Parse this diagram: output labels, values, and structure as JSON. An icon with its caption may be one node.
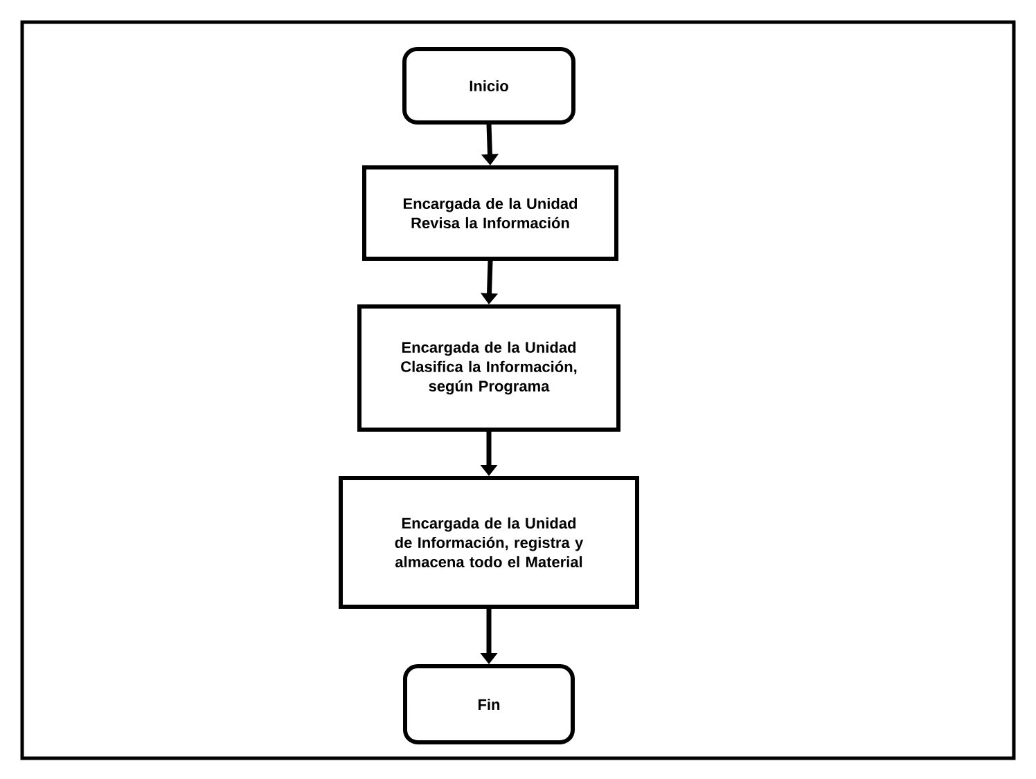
{
  "diagram": {
    "nodes": [
      {
        "text": [
          "Inicio"
        ]
      },
      {
        "text": [
          "Encargada de la Unidad Revisa la Información"
        ]
      },
      {
        "text": [
          "Encargada de la Unidad Clasifica la Información, según  Programa"
        ]
      },
      {
        "text": [
          "Encargada de la Unidad de Información, registra y almacena todo el Material"
        ]
      },
      {
        "text": [
          "Fin"
        ]
      }
    ],
    "edges": [
      {
        "from": 0,
        "to": 1,
        "arrow": "to"
      },
      {
        "from": 1,
        "to": 2,
        "arrow": "to"
      },
      {
        "from": 2,
        "to": 3,
        "arrow": "to"
      },
      {
        "from": 3,
        "to": 4,
        "arrow": "to"
      }
    ]
  }
}
